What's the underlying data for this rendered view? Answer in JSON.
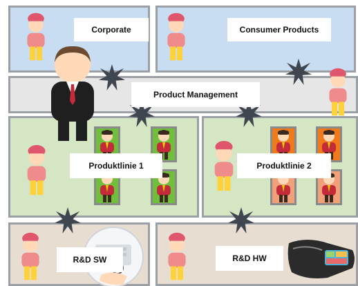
{
  "labels": {
    "corporate": "Corporate",
    "consumer_products": "Consumer Products",
    "product_management": "Product Management",
    "produktlinie_1": "Produktlinie 1",
    "produktlinie_2": "Produktlinie 2",
    "rd_sw": "R&D SW",
    "rd_hw": "R&D HW"
  },
  "colors": {
    "blue_panel": "#c8dcf2",
    "gray_panel": "#e6e6e6",
    "green_panel": "#d4e6c4",
    "tan_panel": "#e7ddd1",
    "border": "#9aa0a6",
    "star": "#404650",
    "person_head": "#ffd9b8",
    "person_cap": "#e0566c",
    "person_shirt": "#f08b8b",
    "person_pants": "#ffd23a"
  },
  "icons": [
    "person-icon",
    "manager-icon",
    "conflict-star-icon",
    "engineer-icon",
    "keyboard-photo",
    "device-photo"
  ]
}
